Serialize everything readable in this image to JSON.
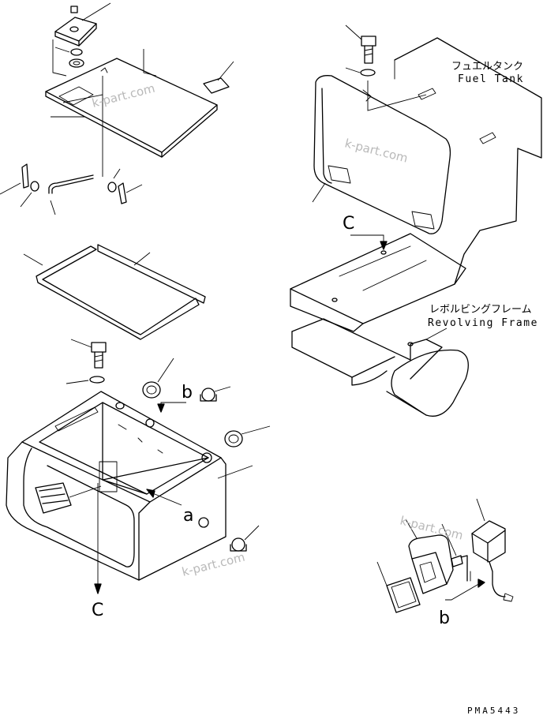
{
  "labels": {
    "fuel_tank_jp": "フュエルタンク",
    "fuel_tank_en": "Fuel Tank",
    "revolving_frame_jp": "レボルビングフレーム",
    "revolving_frame_en": "Revolving Frame",
    "ref_a": "a",
    "ref_b_upper": "b",
    "ref_b_lower": "b",
    "ref_c_left": "C",
    "ref_c_right": "C"
  },
  "watermarks": [
    "k-part.com",
    "k-part.com",
    "k-part.com",
    "k-part.com"
  ],
  "drawing_code": "PMA5443"
}
